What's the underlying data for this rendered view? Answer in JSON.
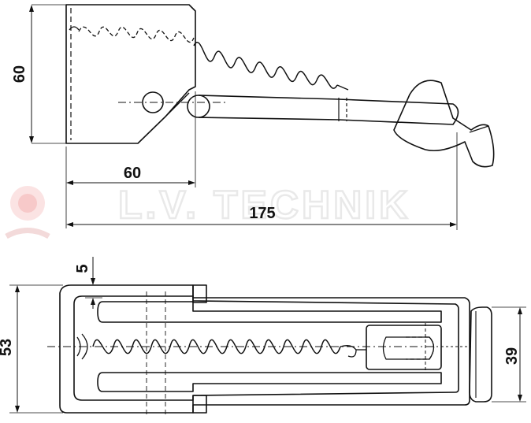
{
  "watermark": {
    "text": "L.V. TECHNIK"
  },
  "dimensions": {
    "side_height": "60",
    "side_width": "60",
    "side_total_length": "175",
    "top_offset": "5",
    "top_height": "53",
    "top_handle_height": "39"
  }
}
